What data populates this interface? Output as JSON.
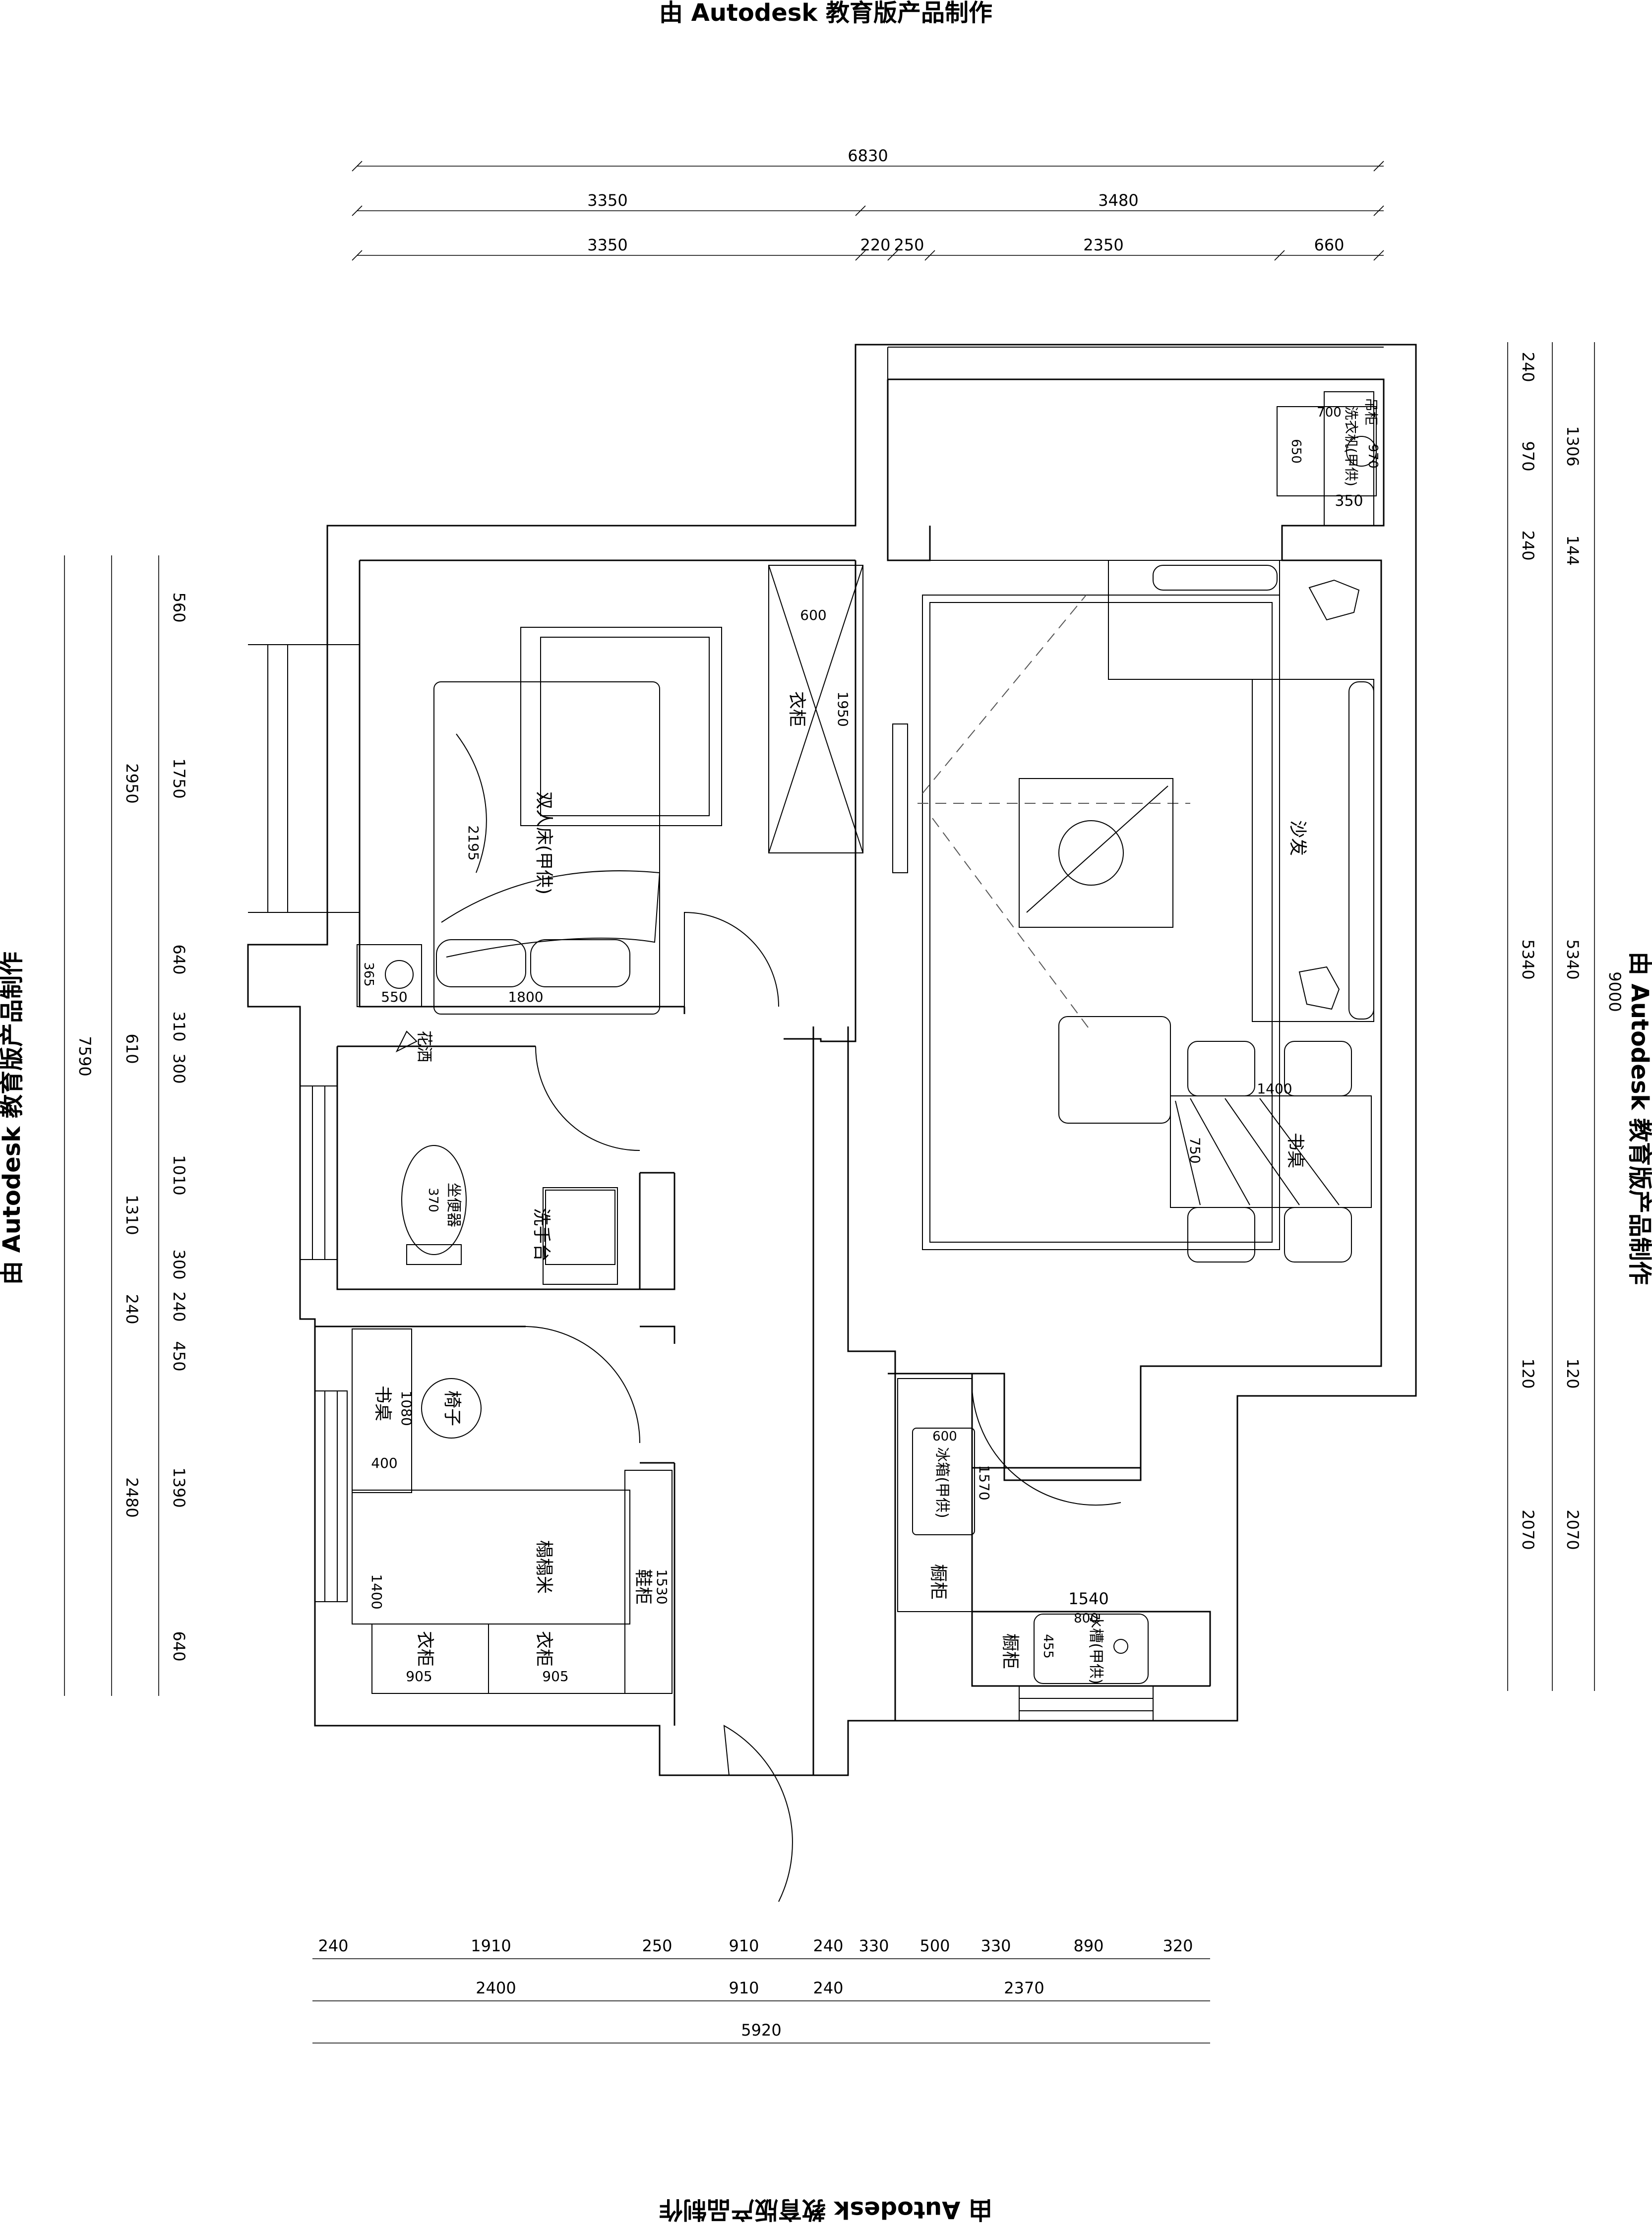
{
  "watermark": "由 Autodesk 教育版产品制作",
  "dimensions": {
    "top": {
      "overall": "6830",
      "row2": [
        "3350",
        "3480"
      ],
      "row3": [
        "3350",
        "220",
        "250",
        "2350",
        "660"
      ]
    },
    "left": {
      "overall": "7590",
      "row2": [
        "2950",
        "610",
        "1310",
        "240",
        "2480"
      ],
      "row3": [
        "560",
        "1750",
        "640",
        "310",
        "300",
        "1010",
        "300",
        "240",
        "450",
        "1390",
        "640"
      ]
    },
    "right": {
      "overall": "9000",
      "inner": [
        "240",
        "970",
        "240",
        "5340",
        "120",
        "2070"
      ],
      "outer": [
        "1306",
        "144",
        "5340",
        "120",
        "2070"
      ]
    },
    "bottom": {
      "row1": [
        "240",
        "1910",
        "250",
        "910",
        "240",
        "330",
        "500",
        "330",
        "890",
        "320"
      ],
      "row2": [
        "2400",
        "910",
        "240",
        "2370"
      ],
      "overall": "5920"
    }
  },
  "furniture": {
    "washer": {
      "label": "洗衣机(甲供)",
      "label2": "吊柜",
      "dims": [
        "700",
        "970",
        "650",
        "350"
      ]
    },
    "wardrobe_master": {
      "label": "衣柜",
      "dims": [
        "600",
        "1950"
      ]
    },
    "double_bed": {
      "label": "双人床(甲供)",
      "dims": [
        "2195",
        "1800"
      ]
    },
    "nightstand": {
      "dims": [
        "365",
        "550"
      ]
    },
    "sofa": {
      "label": "沙发"
    },
    "dining_table": {
      "label": "书桌",
      "dims": [
        "1400",
        "750"
      ]
    },
    "shower": {
      "label": "花洒"
    },
    "toilet": {
      "label": "坐便器",
      "dims": [
        "370"
      ]
    },
    "basin": {
      "label": "洗手台"
    },
    "study_desk": {
      "label": "书桌",
      "dims": [
        "1080",
        "400"
      ]
    },
    "chair": {
      "label": "椅子"
    },
    "tatami": {
      "label": "榻榻米",
      "dims": [
        "1400"
      ]
    },
    "shoe_cabinet": {
      "label": "鞋柜",
      "dims": [
        "1530"
      ]
    },
    "wardrobe_1": {
      "label": "衣柜",
      "dims": [
        "905"
      ]
    },
    "wardrobe_2": {
      "label": "衣柜",
      "dims": [
        "905"
      ]
    },
    "fridge": {
      "label": "冰箱(甲供)",
      "dims": [
        "600",
        "1570"
      ]
    },
    "cabinet_1": {
      "label": "橱柜"
    },
    "cabinet_2": {
      "label": "橱柜"
    },
    "kitchen_sink": {
      "label": "水槽(甲供)",
      "dims": [
        "1540",
        "800",
        "455"
      ]
    }
  }
}
